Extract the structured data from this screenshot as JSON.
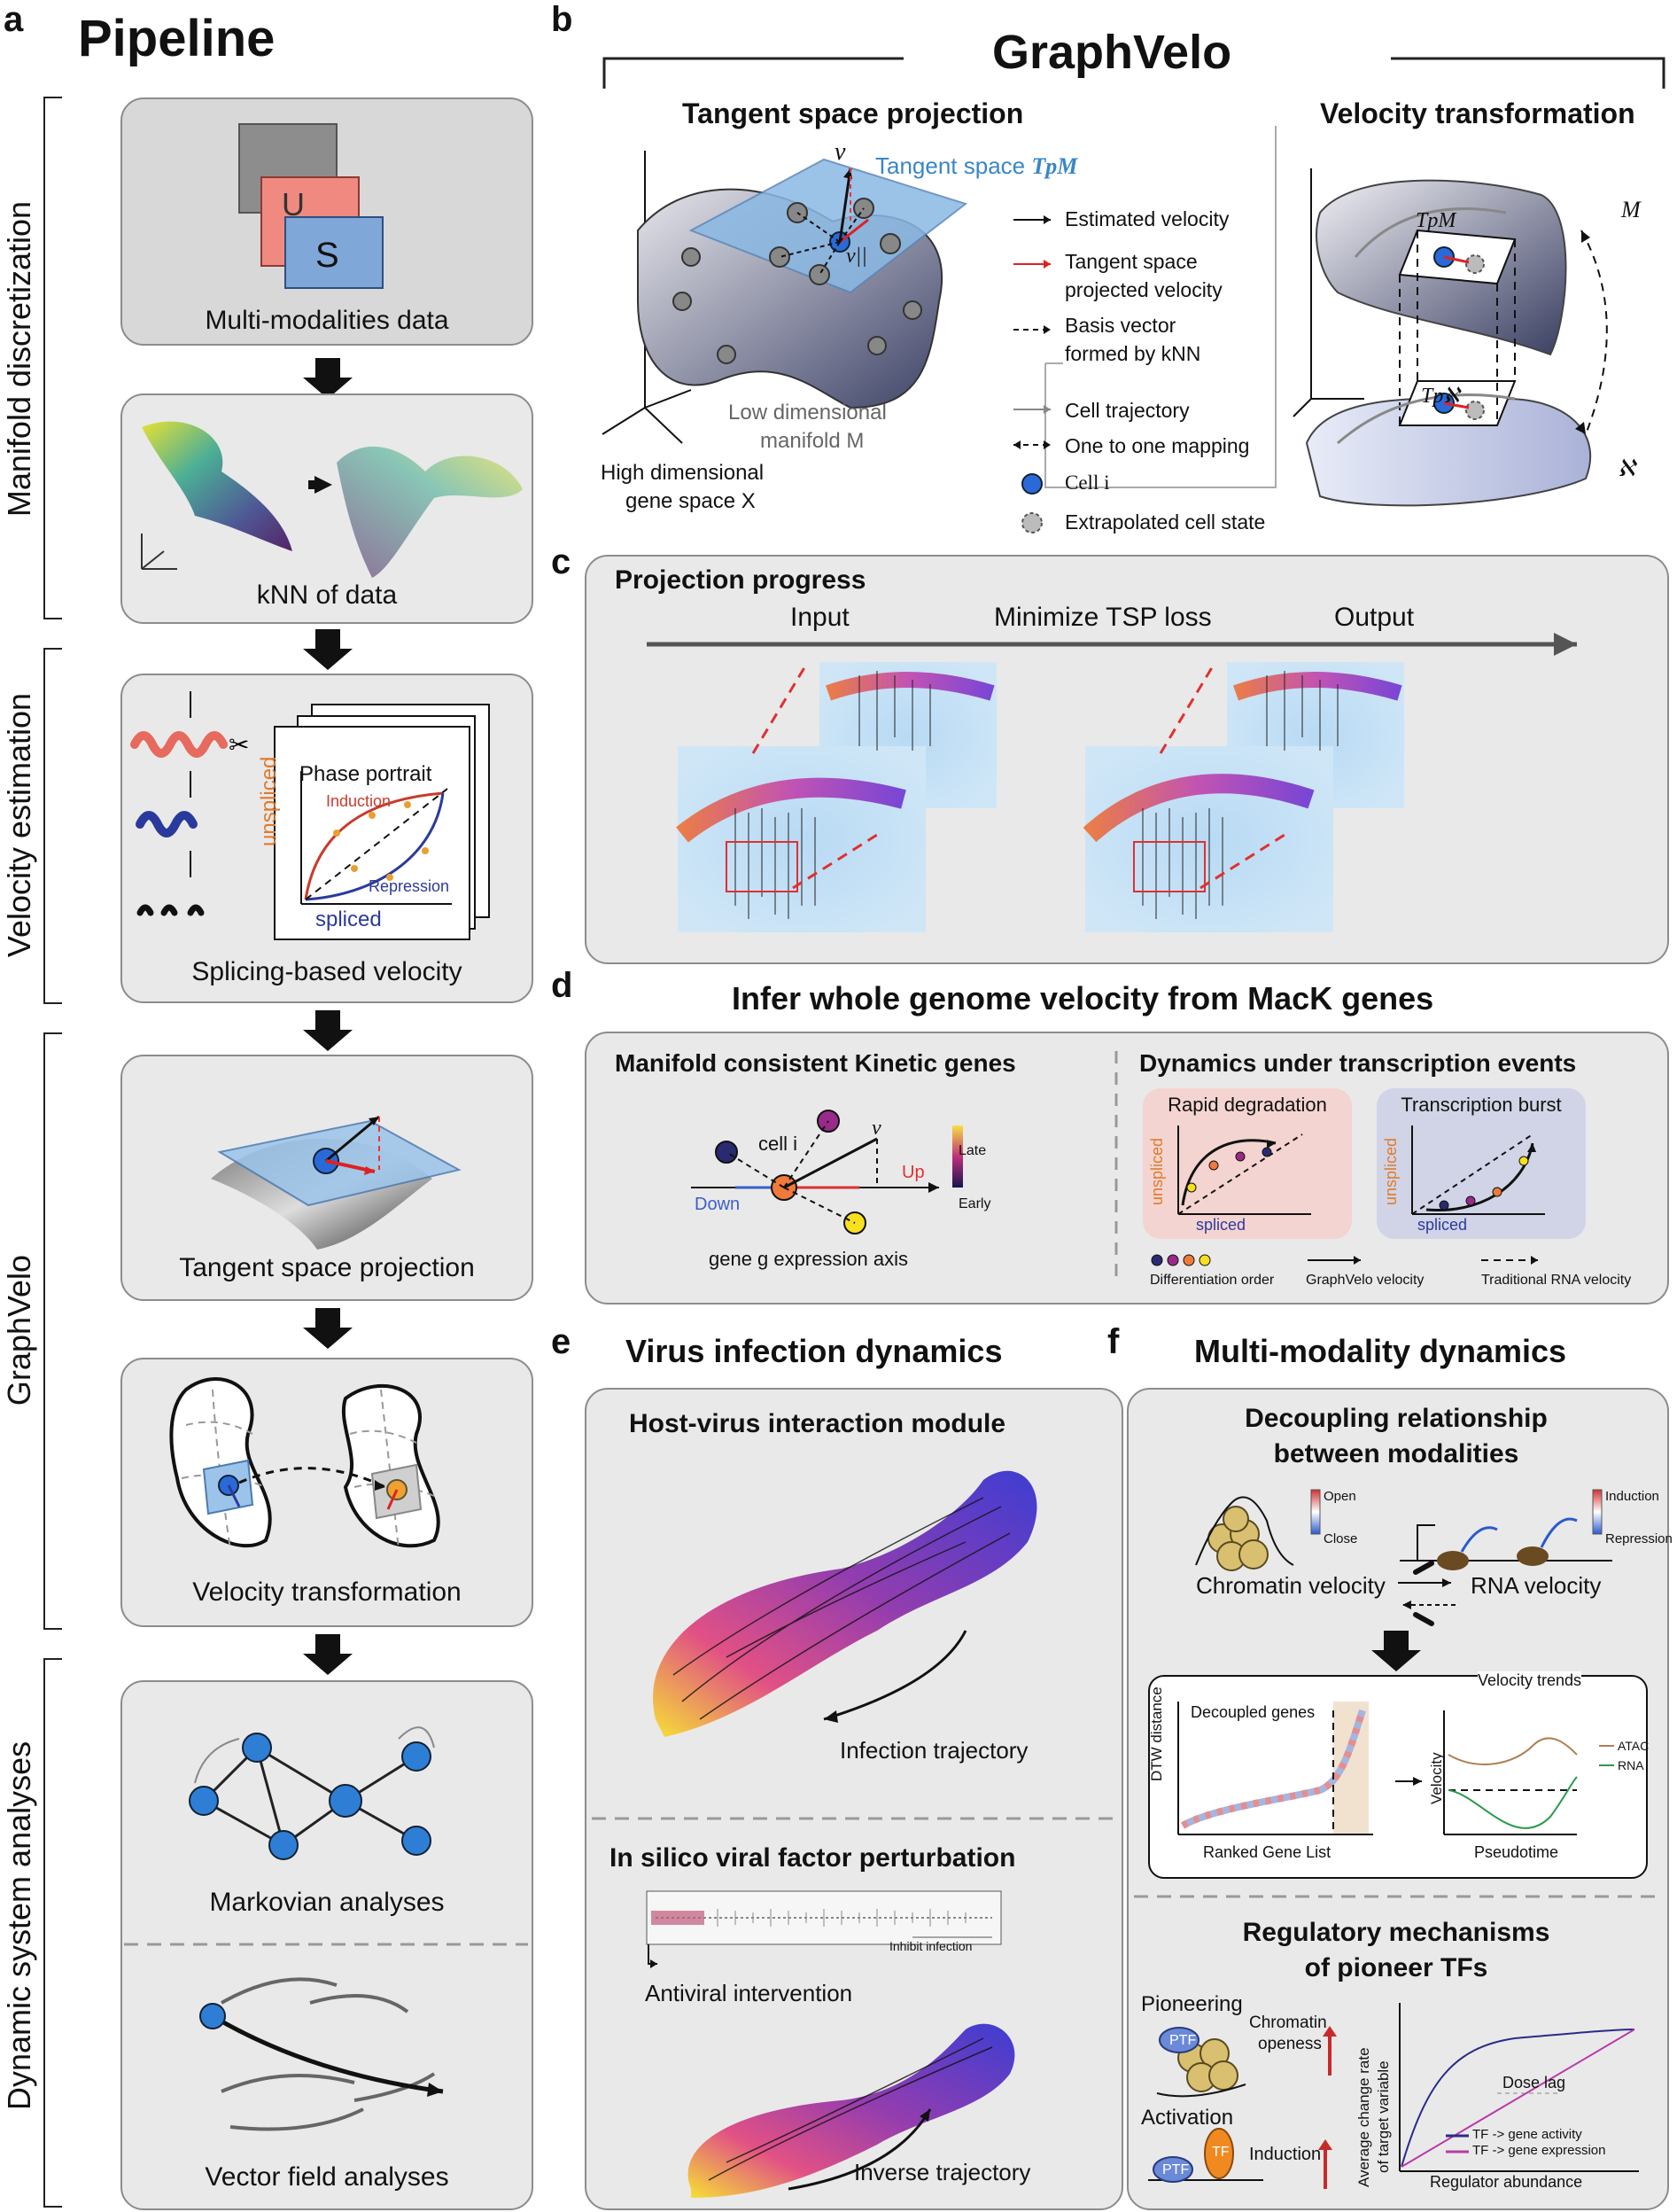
{
  "panels": {
    "a": "a",
    "b": "b",
    "c": "c",
    "d": "d",
    "e": "e",
    "f": "f"
  },
  "a": {
    "title": "Pipeline",
    "side_labels": [
      "Manifold discretization",
      "Velocity estimation",
      "GraphVelo",
      "Dynamic system analyses"
    ],
    "multi_modalities": "Multi-modalities data",
    "layer_letters": [
      "U",
      "S"
    ],
    "knn": "kNN of data",
    "phase_portrait": "Phase portrait",
    "induction": "Induction",
    "repression": "Repression",
    "unspliced": "unspliced",
    "spliced": "spliced",
    "splicing_velocity": "Splicing-based velocity",
    "tsp": "Tangent space projection",
    "velocity_transformation": "Velocity transformation",
    "markovian": "Markovian analyses",
    "vector_field": "Vector field analyses"
  },
  "b": {
    "title": "GraphVelo",
    "tsp_title": "Tangent space projection",
    "vt_title": "Velocity transformation",
    "tangent_space": "Tangent space",
    "tangent_math": "TpM",
    "v": "v",
    "v_par": "v||",
    "low_dim": "Low dimensional",
    "manifold": "manifold M",
    "high_dim": "High dimensional",
    "gene_space": "gene space X",
    "legend": [
      "Estimated velocity",
      "Tangent space",
      "projected velocity",
      "Basis vector",
      "formed by kNN",
      "Cell trajectory",
      "One to one mapping",
      "Cell i",
      "Extrapolated cell state"
    ],
    "vt_labels": {
      "tpm": "TpM",
      "tpn": "Tpℵ",
      "m": "M",
      "n": "ℵ"
    }
  },
  "c": {
    "title": "Projection progress",
    "input": "Input",
    "minimize": "Minimize TSP loss",
    "output": "Output"
  },
  "d": {
    "title": "Infer whole genome velocity from MacK genes",
    "mack_title": "Manifold consistent Kinetic genes",
    "dyn_title": "Dynamics under transcription events",
    "cell_i": "cell i",
    "v": "v",
    "down": "Down",
    "up": "Up",
    "late": "Late",
    "early": "Early",
    "gene_axis": "gene g expression axis",
    "rapid": "Rapid degradation",
    "burst": "Transcription burst",
    "unspliced": "unspliced",
    "spliced": "spliced",
    "legend": [
      "Differentiation order",
      "GraphVelo velocity",
      "Traditional RNA velocity"
    ]
  },
  "e": {
    "title": "Virus infection dynamics",
    "module_title": "Host-virus interaction module",
    "infection_traj": "Infection trajectory",
    "perturb_title": "In silico viral factor perturbation",
    "inhibit": "Inhibit infection",
    "antiviral": "Antiviral intervention",
    "inverse": "Inverse trajectory"
  },
  "f": {
    "title": "Multi-modality dynamics",
    "decoupling_1": "Decoupling relationship",
    "decoupling_2": "between modalities",
    "open": "Open",
    "close": "Close",
    "induction": "Induction",
    "repression": "Repression",
    "chromatin_velocity": "Chromatin velocity",
    "rna_velocity": "RNA velocity",
    "dtw": "DTW distance",
    "decoupled": "Decoupled genes",
    "ranked": "Ranked Gene List",
    "trends": "Velocity trends",
    "velocity": "Velocity",
    "atac": "ATAC",
    "rna": "RNA",
    "pseudotime": "Pseudotime",
    "reg_1": "Regulatory mechanisms",
    "reg_2": "of pioneer TFs",
    "pioneering": "Pioneering",
    "chromatin_openess_1": "Chromatin",
    "chromatin_openess_2": "openess",
    "activation": "Activation",
    "induction2": "Induction",
    "ptf": "PTF",
    "tf": "TF",
    "dose_lag": "Dose lag",
    "yaxis_1": "Average change rate",
    "yaxis_2": "of target variable",
    "xaxis": "Regulator abundance",
    "leg1": "TF -> gene activity",
    "leg2": "TF -> gene  expression"
  }
}
